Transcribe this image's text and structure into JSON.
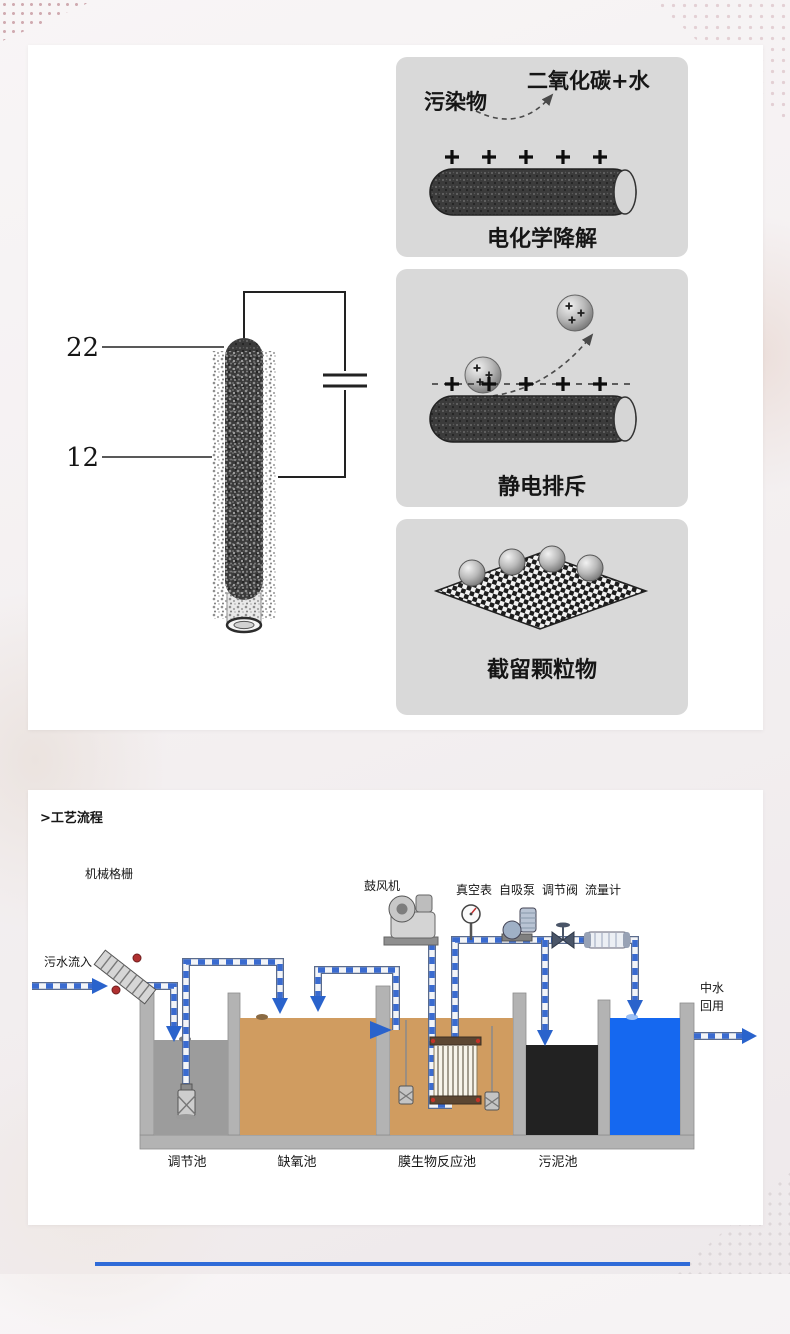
{
  "colors": {
    "accent_line": "#2f6bd8",
    "panel_bg": "#d9d9d9",
    "pipe_blue": "#3a6bd0",
    "tank_regulation": "#9c9c9c",
    "tank_anoxic": "#d09c60",
    "tank_mbr": "#d09c60",
    "tank_sludge": "#222222",
    "tank_clean_water": "#1568f0"
  },
  "electrode_figure": {
    "label_22": "22",
    "label_12": "12"
  },
  "mechanism_panels": {
    "panel1": {
      "pollutant": "污染物",
      "product": "二氧化碳+水",
      "caption": "电化学降解"
    },
    "panel2": {
      "caption": "静电排斥"
    },
    "panel3": {
      "caption": "截留颗粒物"
    }
  },
  "process_flow": {
    "title": ">工艺流程",
    "equipment": {
      "mechanical_screen": "机械格栅",
      "blower": "鼓风机",
      "vacuum_gauge": "真空表",
      "self_priming_pump": "自吸泵",
      "regulating_valve": "调节阀",
      "flow_meter": "流量计"
    },
    "streams": {
      "inflow": "污水流入",
      "reuse_top": "中水",
      "reuse_bottom": "回用"
    },
    "tanks": {
      "tank1": "调节池",
      "tank2": "缺氧池",
      "tank3": "膜生物反应池",
      "tank4": "污泥池"
    }
  }
}
